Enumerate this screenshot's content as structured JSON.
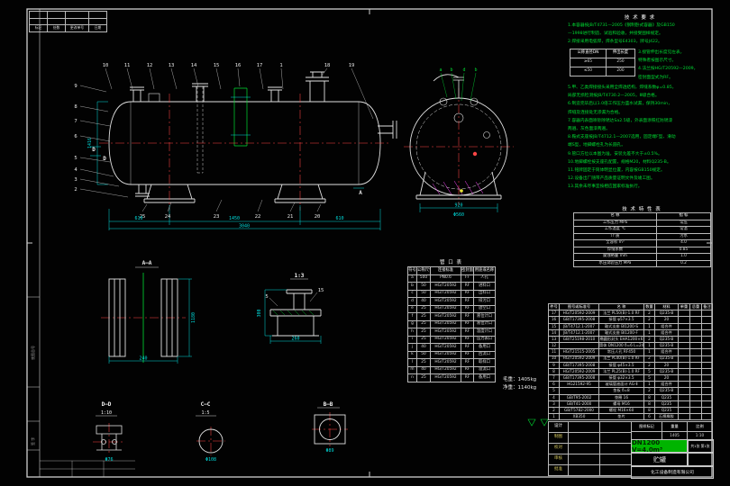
{
  "colors": {
    "line": "#d9d9d9",
    "dim": "#00dddd",
    "note_green": "#00dd33",
    "centerline_red": "#ff4545",
    "hatch_magenta": "#ff46ff",
    "highlight_green": "#00b400",
    "signature_yellow": "#d6c95f"
  },
  "notes": {
    "title": "技 术 要 求",
    "lines_top": [
      "1.本容器按JB/T4731—2005《钢制卧式容器》及GB150",
      "  —1998进行制造、试验和验收，并接受图样规定。",
      "2.焊接采用电弧焊，焊条型号E4303，牌号J422。"
    ],
    "lines_side": [
      "3.接管伸出长度见左表，",
      "  特殊者按图示尺寸。",
      "4.法兰按HG/T20592—2009，",
      "  密封面型式为RF。"
    ],
    "lines_rest": [
      "5.甲、乙类焊接接头采用全焊透结构，焊缝系数φ=0.85，",
      "  局部无损检测按JB/T4730.2—2005，Ⅲ级合格。",
      "6.制造完毕后以1.0倍工作压力盛水试漏，保持30min，",
      "  焊缝及连接处无渗漏为合格。",
      "7.容器内表面喷砂除锈达Sa2.5级，外表面涂铁红防锈漆",
      "  两遍、灰色面漆两遍。",
      "8.鞍式支座按JB/T4712.1—2007选用，固定端F型、滑动",
      "  端S型，地脚螺栓孔为长圆孔。",
      "9.管口方位以本图为准，安装允差不大于±0.5%。",
      "10.地脚螺栓按支座孔配置，规格M20，材料Q235-B。",
      "11.铭牌固定于筒体明显位置，内容按GB150规定。",
      "12.设备出厂随带产品质量证明文件及竣工图。",
      "13.其余未尽事宜按相应国家标准执行。"
    ]
  },
  "proj_table": {
    "rows": [
      [
        "公称直径DN",
        "伸出长度"
      ],
      [
        "≥65",
        "250"
      ],
      [
        "≤50",
        "200"
      ]
    ]
  },
  "tech_table": {
    "title": "技 术 特 性 表",
    "rows": [
      [
        "名    称",
        "指    标"
      ],
      [
        "工作压力 MPa",
        "常压"
      ],
      [
        "工作温度 ℃",
        "常温"
      ],
      [
        "介    质",
        "污水"
      ],
      [
        "全容积 m³",
        "4.0"
      ],
      [
        "焊缝系数",
        "0.85"
      ],
      [
        "腐蚀裕量 mm",
        "1.0"
      ],
      [
        "水压试验压力 MPa",
        "0.2"
      ]
    ]
  },
  "nozzle_table": {
    "title": "管  口  表",
    "rows": [
      [
        "符号",
        "公称尺寸",
        "连接标准",
        "密封面",
        "用途或名称"
      ],
      [
        "a",
        "500",
        "PN0.6",
        "FF",
        "人孔"
      ],
      [
        "b",
        "50",
        "HG/T20592",
        "RF",
        "进料口"
      ],
      [
        "c",
        "50",
        "HG/T20592",
        "RF",
        "出料口"
      ],
      [
        "d",
        "40",
        "HG/T20592",
        "RF",
        "排污口"
      ],
      [
        "e",
        "25",
        "HG/T20592",
        "RF",
        "放空口"
      ],
      [
        "f",
        "25",
        "HG/T20592",
        "RF",
        "液位计口"
      ],
      [
        "g",
        "25",
        "HG/T20592",
        "RF",
        "液位计口"
      ],
      [
        "h",
        "25",
        "HG/T20592",
        "RF",
        "温度计口"
      ],
      [
        "i",
        "25",
        "HG/T20592",
        "RF",
        "压力表口"
      ],
      [
        "j",
        "40",
        "HG/T20592",
        "RF",
        "备用口"
      ],
      [
        "k",
        "50",
        "HG/T20592",
        "RF",
        "回流口"
      ],
      [
        "l",
        "25",
        "HG/T20592",
        "RF",
        "取样口"
      ],
      [
        "m",
        "40",
        "HG/T20592",
        "RF",
        "溢流口"
      ],
      [
        "n",
        "25",
        "HG/T20592",
        "RF",
        "备用口"
      ]
    ]
  },
  "bom_table": {
    "rows": [
      [
        "件号",
        "图号或标准号",
        "名    称",
        "数量",
        "材料",
        "单重",
        "总重",
        "备注"
      ],
      [
        "17",
        "HG/T20592-2009",
        "法兰 PL50(B)-1.0 RF",
        "2",
        "Q235-B",
        "",
        "",
        ""
      ],
      [
        "16",
        "GB/T17395-2008",
        "接管 φ57×3.5",
        "2",
        "20",
        "",
        "",
        ""
      ],
      [
        "15",
        "JB/T4712.1-2007",
        "鞍式支座 BⅠ1200-S",
        "1",
        "组合件",
        "",
        "",
        ""
      ],
      [
        "14",
        "JB/T4712.1-2007",
        "鞍式支座 BⅠ1200-F",
        "1",
        "组合件",
        "",
        "",
        ""
      ],
      [
        "13",
        "GB/T25198-2010",
        "椭圆形封头 EHA1200×6",
        "2",
        "Q235-B",
        "",
        "",
        ""
      ],
      [
        "12",
        "",
        "筒体 DN1200 δ=6 L=2400",
        "1",
        "Q235-B",
        "",
        "",
        ""
      ],
      [
        "11",
        "HG/T21515-2005",
        "常压人孔 RF450",
        "1",
        "组合件",
        "",
        "",
        ""
      ],
      [
        "10",
        "HG/T20592-2009",
        "法兰 PL40(B)-1.0 RF",
        "2",
        "Q235-B",
        "",
        "",
        ""
      ],
      [
        "9",
        "GB/T17395-2008",
        "接管 φ45×3.5",
        "2",
        "20",
        "",
        "",
        ""
      ],
      [
        "8",
        "HG/T20592-2009",
        "法兰 PL25(B)-1.0 RF",
        "5",
        "Q235-B",
        "",
        "",
        ""
      ],
      [
        "7",
        "GB/T17395-2008",
        "接管 φ32×3.5",
        "5",
        "20",
        "",
        "",
        ""
      ],
      [
        "6",
        "HG21592-95",
        "玻璃管液面计 AG-Ⅱ",
        "1",
        "组合件",
        "",
        "",
        ""
      ],
      [
        "5",
        "",
        "垫板 δ=8",
        "2",
        "Q235-B",
        "",
        "",
        ""
      ],
      [
        "4",
        "GB/T95-2002",
        "垫圈 16",
        "8",
        "Q235",
        "",
        "",
        ""
      ],
      [
        "3",
        "GB/T41-2000",
        "螺母 M16",
        "8",
        "Q235",
        "",
        "",
        ""
      ],
      [
        "2",
        "GB/T5782-2000",
        "螺栓 M16×60",
        "8",
        "Q235",
        "",
        "",
        ""
      ],
      [
        "1",
        "XB350",
        "垫片",
        "6",
        "石棉橡胶",
        "",
        "",
        ""
      ]
    ]
  },
  "rev_table": {
    "rows": [
      [
        "",
        "",
        "",
        ""
      ],
      [
        "",
        "",
        "",
        ""
      ],
      [
        "标记",
        "处数",
        "更改单号",
        "日期"
      ]
    ]
  },
  "sig_table": {
    "rows": [
      [
        "设计",
        "",
        ""
      ],
      [
        "制图",
        "",
        ""
      ],
      [
        "校对",
        "",
        ""
      ],
      [
        "审核",
        "",
        ""
      ],
      [
        "批准",
        "",
        ""
      ]
    ]
  },
  "title_block": {
    "strip_rows": [
      [
        "图样标记",
        "重量",
        "比例"
      ],
      [
        "",
        "1405",
        "1:10"
      ]
    ],
    "code": "DN1200 V=4.0m³",
    "name": "贮罐",
    "sheet": "共1张 第1张",
    "company": "化工设备制造有限公司"
  },
  "weights": {
    "gross": "毛重：1405kg",
    "net": "净重：1140kg"
  },
  "balloons": {
    "top": [
      "10",
      "11",
      "12",
      "13",
      "14",
      "15",
      "16",
      "17",
      "1",
      "18",
      "19"
    ],
    "left": [
      "9",
      "8",
      "7",
      "6",
      "5",
      "4",
      "3",
      "2"
    ],
    "bottom": [
      "25",
      "24",
      "23",
      "22",
      "21",
      "20"
    ],
    "detail": [
      "15",
      "5"
    ]
  },
  "letters": {
    "section_a": "A",
    "section_d1": "D",
    "section_d2": "D",
    "end": [
      "a",
      "b",
      "d",
      "b"
    ]
  },
  "labels": {
    "aa": "A—A",
    "detail_scale": "1:3",
    "dd": "D—D",
    "dd_scale": "1:10",
    "cc": "C—C",
    "cc_scale": "1:5",
    "bb": "B—B"
  },
  "dims": {
    "overall": "3040",
    "span": [
      "610",
      "1450",
      "610"
    ],
    "height": "1416",
    "end_w": "920",
    "end_d": "Φ560",
    "aa_h": "1180",
    "aa_w": "240",
    "det_w": "260",
    "det_h": "300",
    "cc_d": "Φ108",
    "bb_d": "Φ89",
    "dd_d": "Φ76"
  },
  "margin": {
    "labels": [
      "底图总号",
      "签 字"
    ]
  }
}
